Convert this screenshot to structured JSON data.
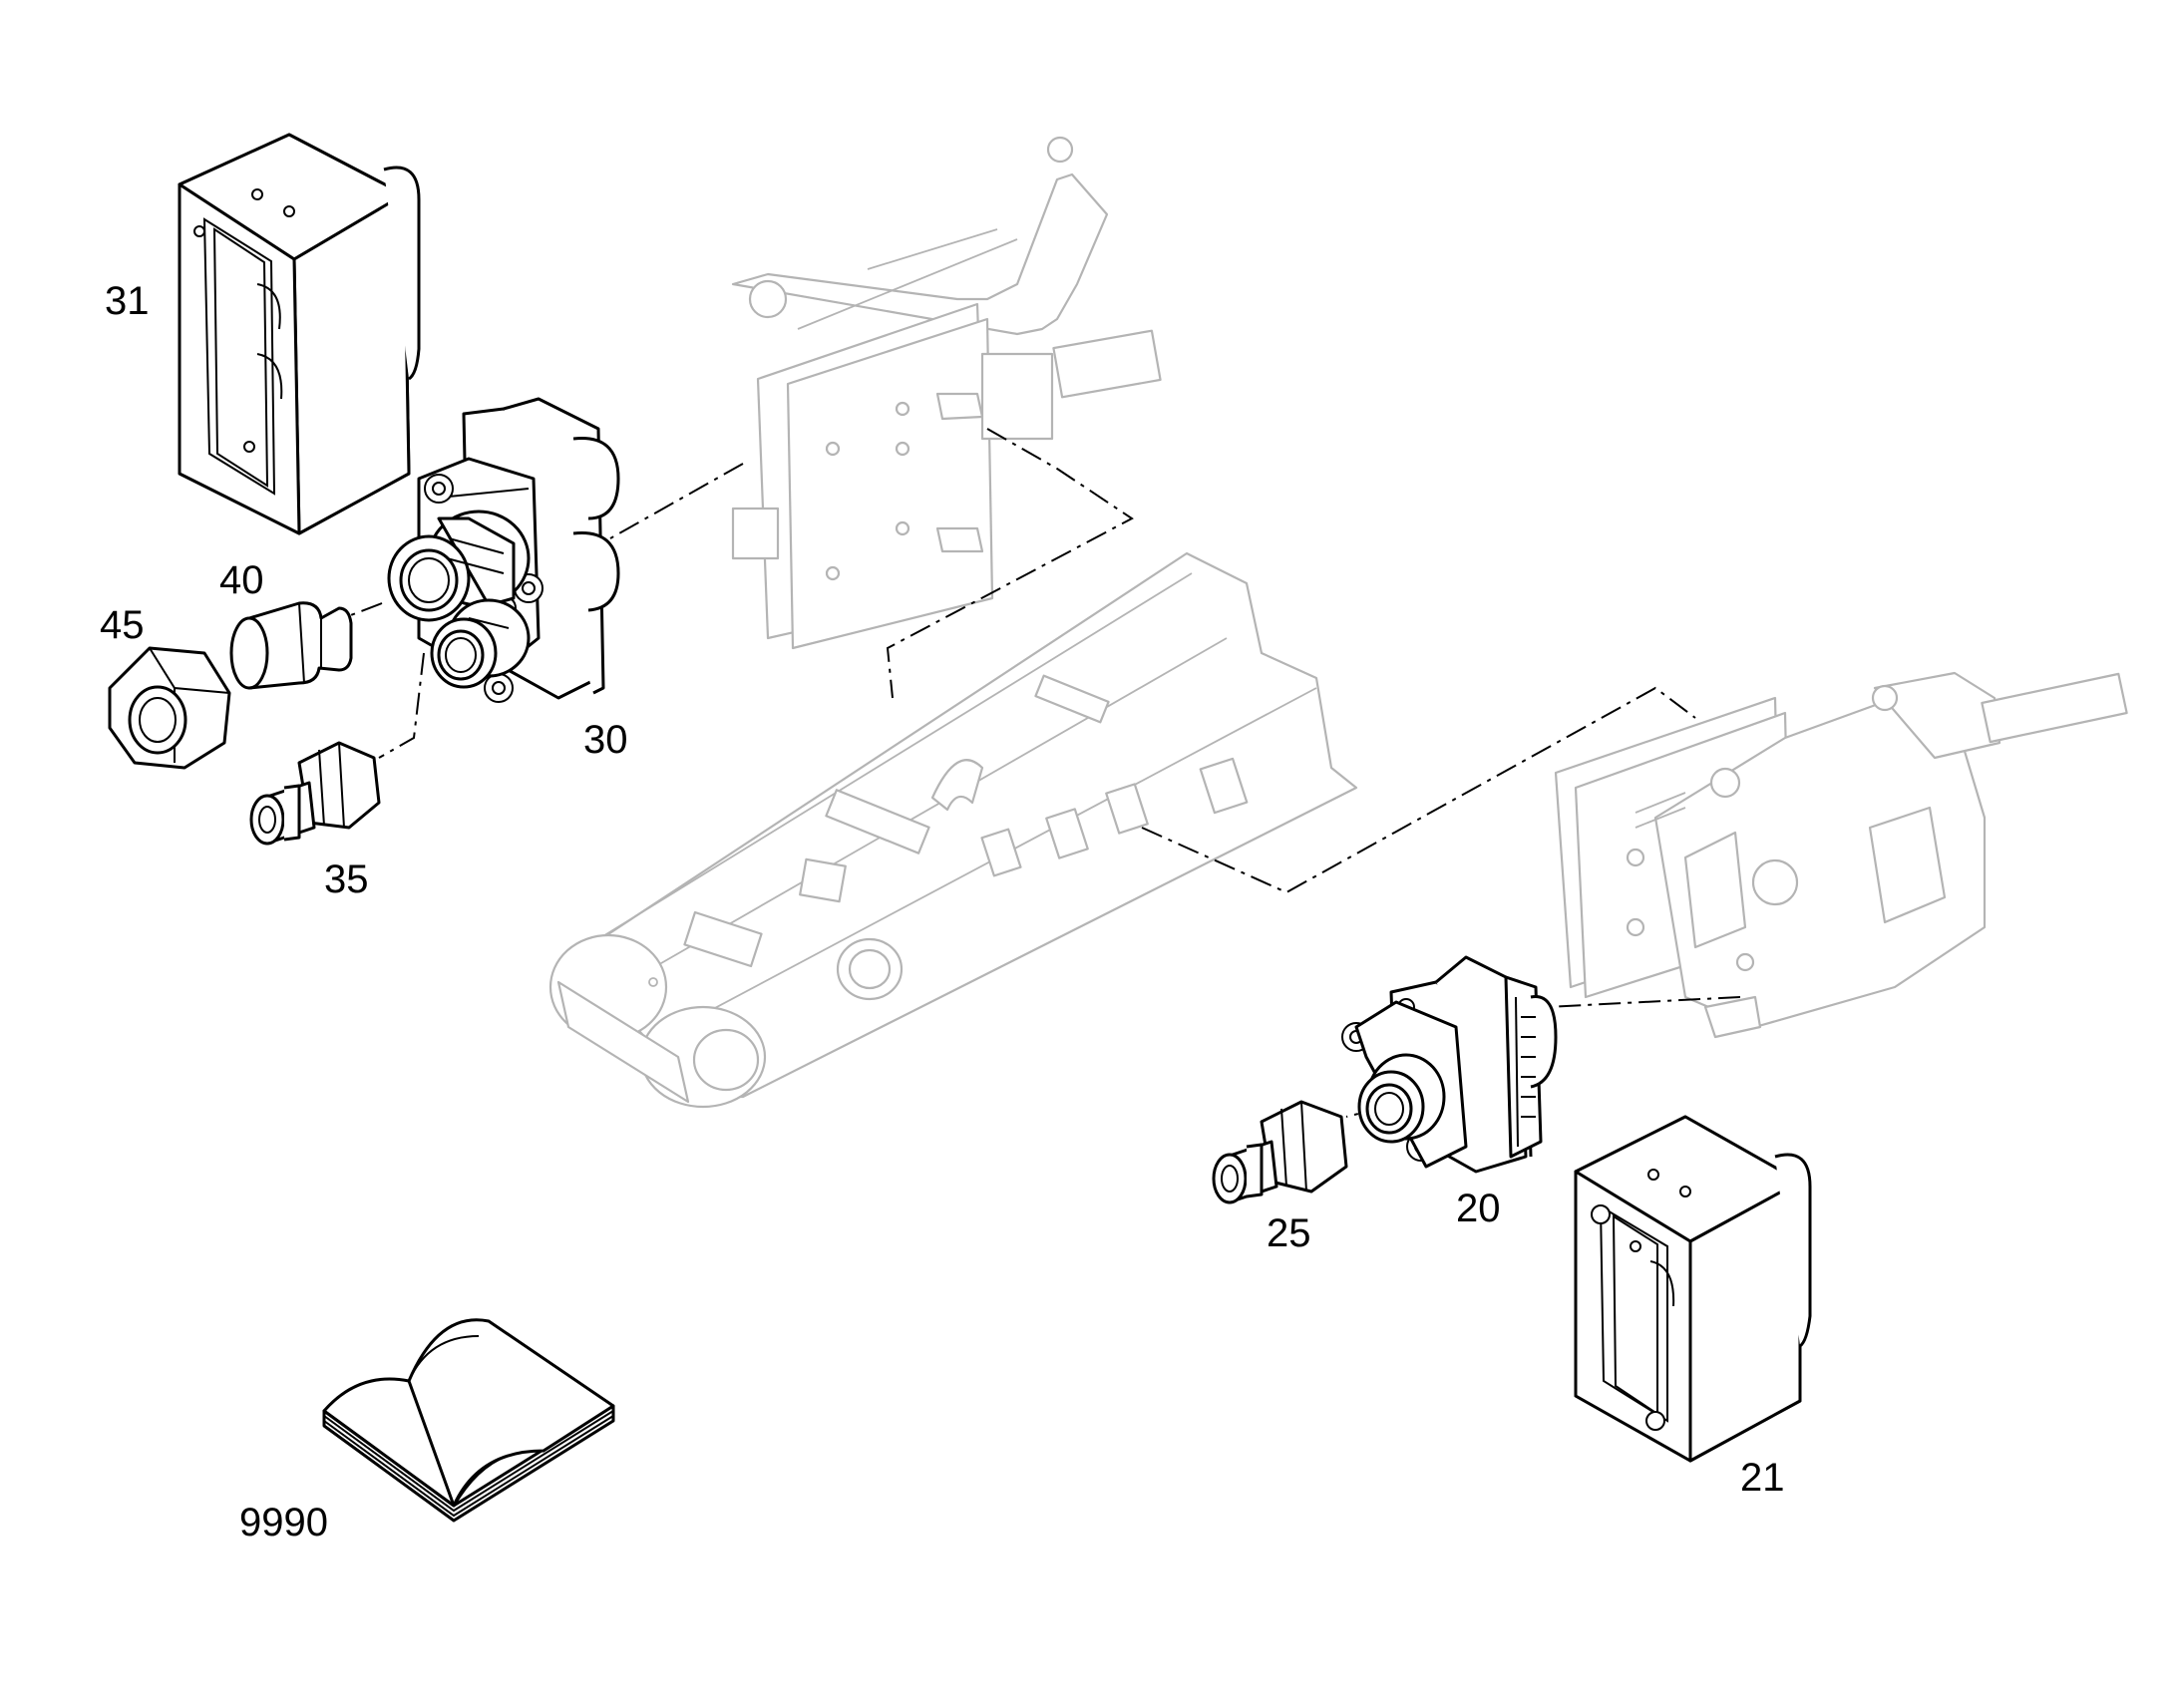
{
  "diagram": {
    "callouts": {
      "c31": "31",
      "c30": "30",
      "c40": "40",
      "c45": "45",
      "c35": "35",
      "c20": "20",
      "c25": "25",
      "c21": "21",
      "c9990": "9990"
    }
  }
}
